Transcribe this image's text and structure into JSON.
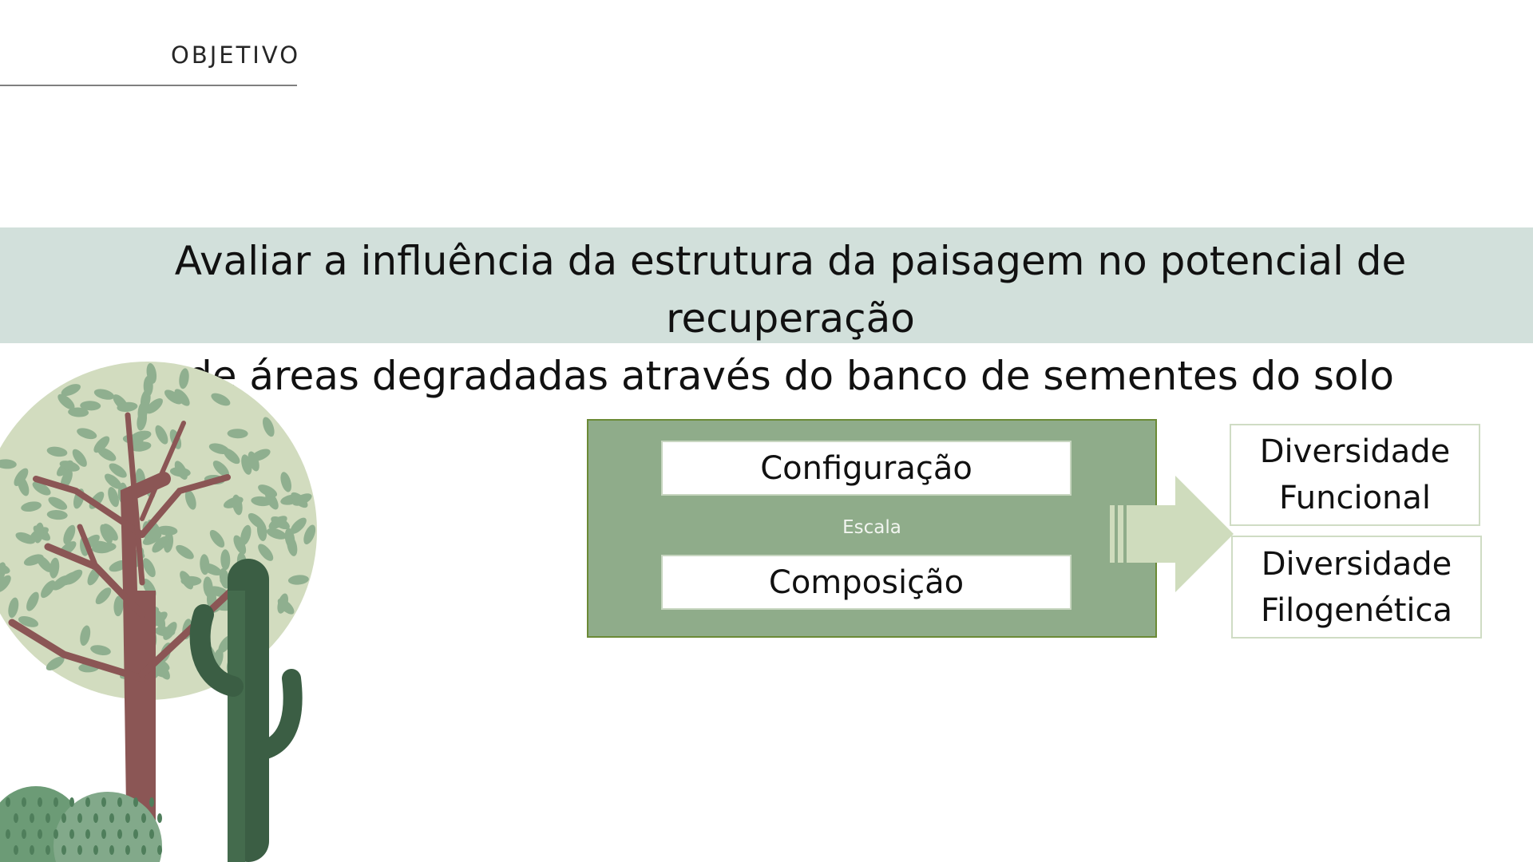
{
  "header": {
    "section_label": "OBJETIVO"
  },
  "banner": {
    "line1": "Avaliar a influência da estrutura da paisagem no potencial de recuperação",
    "line2": "de áreas degradadas através do banco de sementes do solo"
  },
  "diagram": {
    "box_top": "Configuração",
    "box_bottom": "Composição",
    "scale_label": "Escala",
    "outcome_top_line1": "Diversidade",
    "outcome_top_line2": "Funcional",
    "outcome_bottom_line1": "Diversidade",
    "outcome_bottom_line2": "Filogenética"
  },
  "colors": {
    "banner": "#d2e0db",
    "frame": "#8fac8a",
    "frame_border": "#6b8a36",
    "arrow": "#cfdcbd",
    "foliage": "#d2dcbf",
    "leaf": "#8faf8f",
    "trunk": "#8b5655",
    "cactus": "#3b5e44",
    "bush": "#6c9b76"
  },
  "icons": [
    "tree-illustration",
    "cactus-illustration",
    "bush-illustration",
    "block-arrow-icon"
  ]
}
